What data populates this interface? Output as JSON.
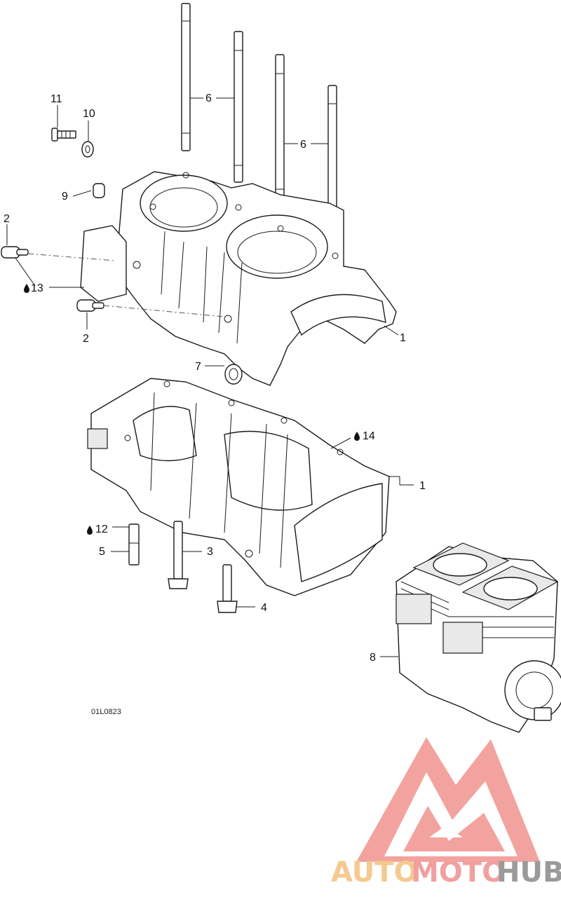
{
  "diagram": {
    "code": "01L0823",
    "callouts": [
      {
        "id": "c1a",
        "text": "1"
      },
      {
        "id": "c1b",
        "text": "1"
      },
      {
        "id": "c2a",
        "text": "2"
      },
      {
        "id": "c2b",
        "text": "2"
      },
      {
        "id": "c3",
        "text": "3"
      },
      {
        "id": "c4",
        "text": "4"
      },
      {
        "id": "c5",
        "text": "5"
      },
      {
        "id": "c6a",
        "text": "6"
      },
      {
        "id": "c6b",
        "text": "6"
      },
      {
        "id": "c7",
        "text": "7"
      },
      {
        "id": "c8",
        "text": "8"
      },
      {
        "id": "c9",
        "text": "9"
      },
      {
        "id": "c10",
        "text": "10"
      },
      {
        "id": "c11",
        "text": "11"
      },
      {
        "id": "c12",
        "text": "12"
      },
      {
        "id": "c13",
        "text": "13"
      },
      {
        "id": "c14",
        "text": "14"
      }
    ],
    "lubricant_icon": "oil-drop-icon"
  },
  "watermark": {
    "part1": "AUTO",
    "part2": "MOTO",
    "part3": "HUB",
    "color1": "#f5c98f",
    "color2": "#f0a0a0",
    "color3": "#9a9a9a",
    "logo_color": "#f29a95"
  }
}
